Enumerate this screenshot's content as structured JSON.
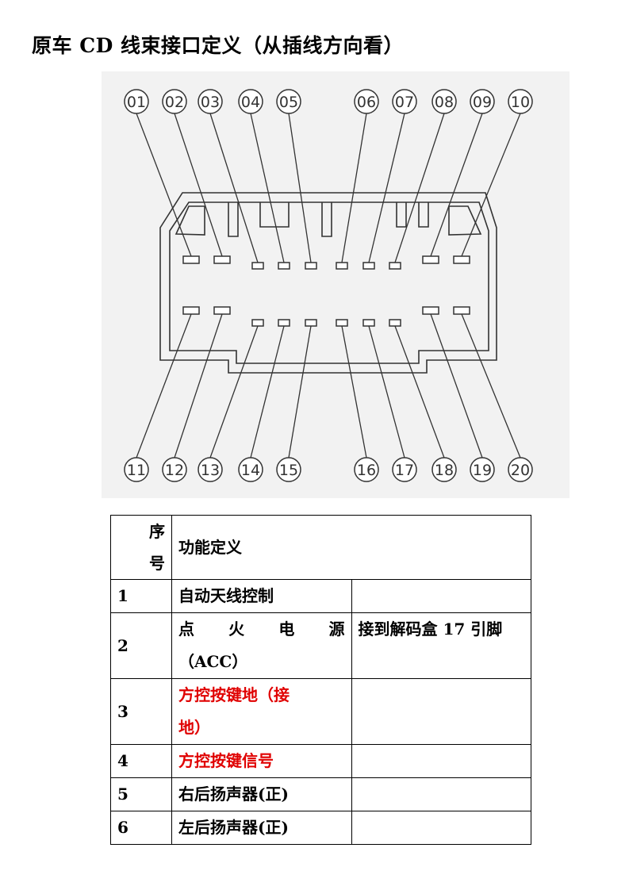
{
  "title": "原车 CD 线束接口定义（从插线方向看）",
  "diagram": {
    "top_pins": [
      "01",
      "02",
      "03",
      "04",
      "05",
      "06",
      "07",
      "08",
      "09",
      "10"
    ],
    "bottom_pins": [
      "11",
      "12",
      "13",
      "14",
      "15",
      "16",
      "17",
      "18",
      "19",
      "20"
    ]
  },
  "table": {
    "header": {
      "num_line1": "序",
      "num_line2": "号",
      "func": "功能定义"
    },
    "rows": [
      {
        "num": "1",
        "func_line1": "自动天线控制",
        "func_line2": "",
        "note": "",
        "red": false
      },
      {
        "num": "2",
        "func_line1": "点 火 电 源",
        "func_line2": "（ACC）",
        "note": "接到解码盒 17 引脚",
        "red": false
      },
      {
        "num": "3",
        "func_line1": "方控按键地（接",
        "func_line2": "地）",
        "note": "",
        "red": true
      },
      {
        "num": "4",
        "func_line1": "方控按键信号",
        "func_line2": "",
        "note": "",
        "red": true
      },
      {
        "num": "5",
        "func_line1": "右后扬声器(正)",
        "func_line2": "",
        "note": "",
        "red": false
      },
      {
        "num": "6",
        "func_line1": "左后扬声器(正)",
        "func_line2": "",
        "note": "",
        "red": false
      }
    ]
  }
}
